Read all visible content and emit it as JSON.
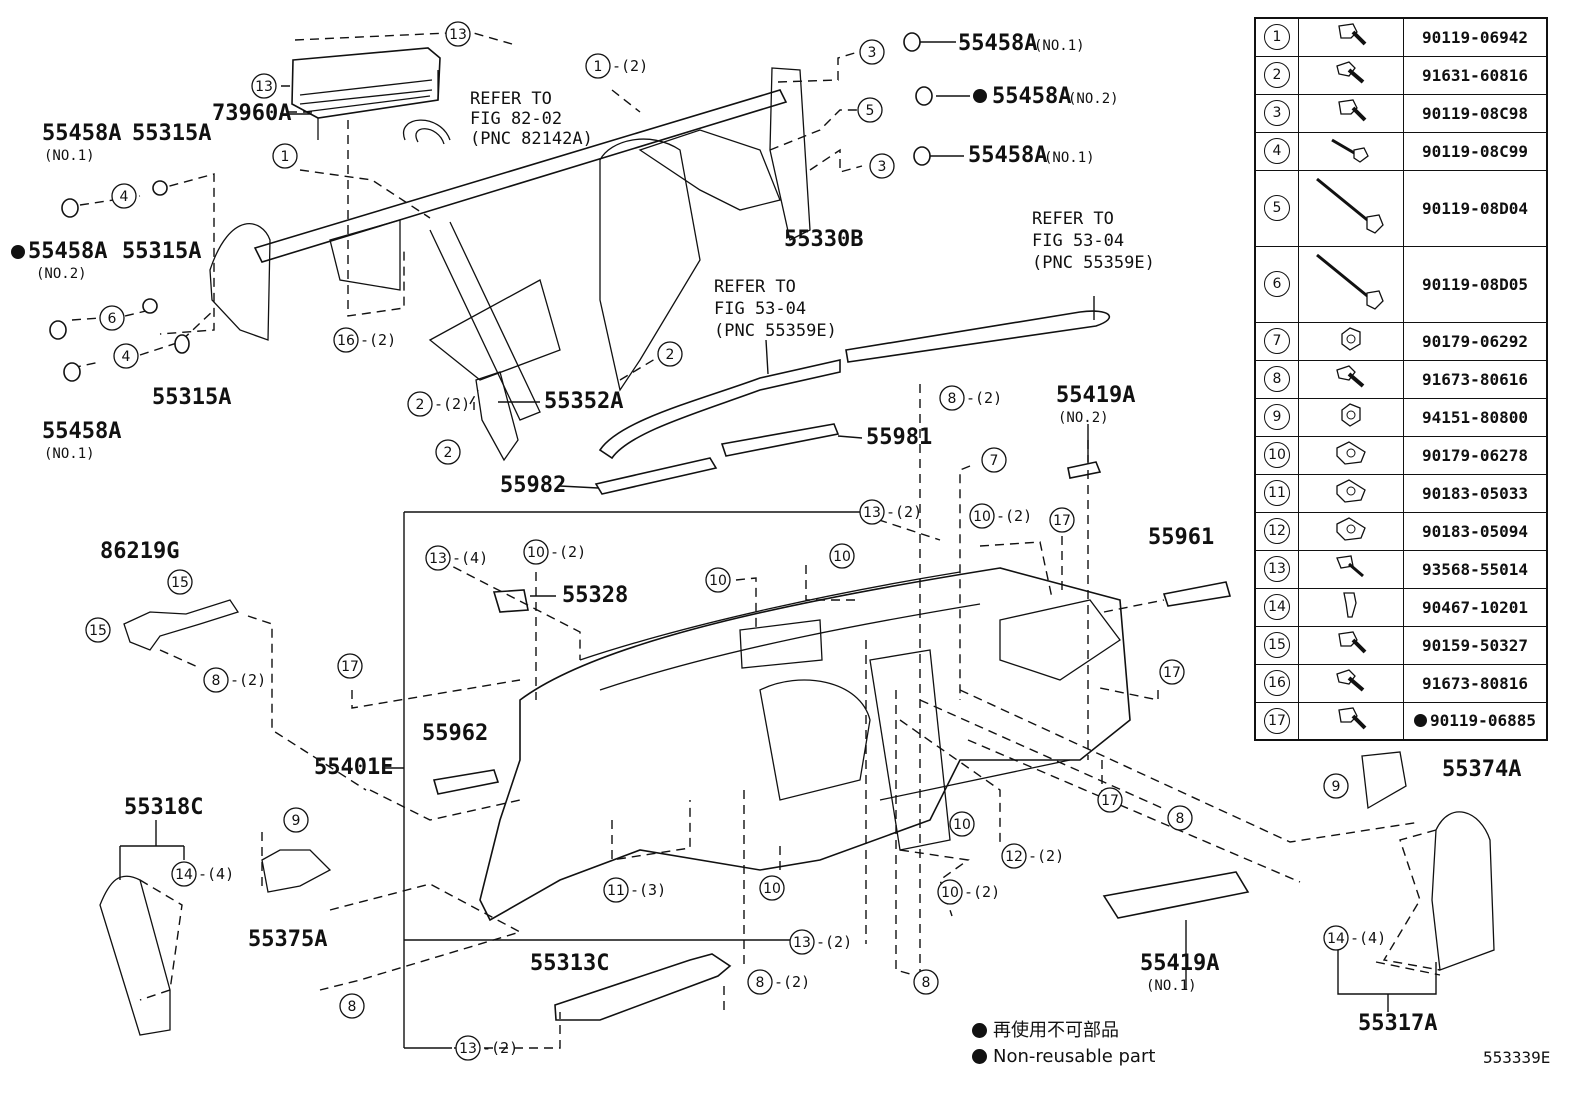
{
  "diagram_code": "553339E",
  "legend": {
    "japanese": "再使用不可部品",
    "english": "Non-reusable part"
  },
  "parts_table": [
    {
      "ref": "1",
      "icon": "bolt-flange-icon",
      "part_number": "90119-06942",
      "non_reusable": false
    },
    {
      "ref": "2",
      "icon": "bolt-hex-icon",
      "part_number": "91631-60816",
      "non_reusable": false
    },
    {
      "ref": "3",
      "icon": "bolt-flange-icon",
      "part_number": "90119-08C98",
      "non_reusable": false
    },
    {
      "ref": "4",
      "icon": "bolt-long-icon",
      "part_number": "90119-08C99",
      "non_reusable": false
    },
    {
      "ref": "5",
      "icon": "bolt-extra-long-icon",
      "part_number": "90119-08D04",
      "non_reusable": false
    },
    {
      "ref": "6",
      "icon": "bolt-extra-long-icon",
      "part_number": "90119-08D05",
      "non_reusable": false
    },
    {
      "ref": "7",
      "icon": "nut-icon",
      "part_number": "90179-06292",
      "non_reusable": false
    },
    {
      "ref": "8",
      "icon": "bolt-hex-icon",
      "part_number": "91673-80616",
      "non_reusable": false
    },
    {
      "ref": "9",
      "icon": "nut-icon",
      "part_number": "94151-80800",
      "non_reusable": false
    },
    {
      "ref": "10",
      "icon": "clip-nut-icon",
      "part_number": "90179-06278",
      "non_reusable": false
    },
    {
      "ref": "11",
      "icon": "clip-nut-icon",
      "part_number": "90183-05033",
      "non_reusable": false
    },
    {
      "ref": "12",
      "icon": "clip-nut-icon",
      "part_number": "90183-05094",
      "non_reusable": false
    },
    {
      "ref": "13",
      "icon": "screw-icon",
      "part_number": "93568-55014",
      "non_reusable": false
    },
    {
      "ref": "14",
      "icon": "push-clip-icon",
      "part_number": "90467-10201",
      "non_reusable": false
    },
    {
      "ref": "15",
      "icon": "bolt-flange-icon",
      "part_number": "90159-50327",
      "non_reusable": false
    },
    {
      "ref": "16",
      "icon": "bolt-hex-icon",
      "part_number": "91673-80816",
      "non_reusable": false
    },
    {
      "ref": "17",
      "icon": "bolt-flange-icon",
      "part_number": "90119-06885",
      "non_reusable": true
    }
  ],
  "labels": {
    "p55458A_1": "55458A",
    "p55458A_1_sub": "(NO.1)",
    "p55458A_2": "55458A",
    "p55458A_2_sub": "(NO.2)",
    "p55458A_3": "55458A",
    "p55458A_3_sub": "(NO.1)",
    "p55315A_1": "55315A",
    "p55315A_2": "55315A",
    "p55315A_3": "55315A",
    "p55458A_r1": "55458A",
    "p55458A_r1_sub": "(NO.1)",
    "p55458A_r2": "55458A",
    "p55458A_r2_sub": "(NO.2)",
    "p55458A_r3": "55458A",
    "p55458A_r3_sub": "(NO.1)",
    "p73960A": "73960A",
    "refer_82": [
      "REFER TO",
      "FIG 82-02",
      "(PNC 82142A)"
    ],
    "p55330B": "55330B",
    "refer_53a": [
      "REFER TO",
      "FIG 53-04",
      "(PNC 55359E)"
    ],
    "refer_53b": [
      "REFER TO",
      "FIG 53-04",
      "(PNC 55359E)"
    ],
    "p55352A": "55352A",
    "p55981": "55981",
    "p55982": "55982",
    "p55419A_2": "55419A",
    "p55419A_2_sub": "(NO.2)",
    "p86219G": "86219G",
    "p55328": "55328",
    "p55961": "55961",
    "p55962": "55962",
    "p55401E": "55401E",
    "p55374A": "55374A",
    "p55318C": "55318C",
    "p55375A": "55375A",
    "p55313C": "55313C",
    "p55419A_1": "55419A",
    "p55419A_1_sub": "(NO.1)",
    "p55317A": "55317A"
  },
  "callouts": [
    {
      "n": "13",
      "q": ""
    },
    {
      "n": "13",
      "q": ""
    },
    {
      "n": "1",
      "q": "-(2)"
    },
    {
      "n": "3",
      "q": ""
    },
    {
      "n": "5",
      "q": ""
    },
    {
      "n": "3",
      "q": ""
    },
    {
      "n": "4",
      "q": ""
    },
    {
      "n": "6",
      "q": ""
    },
    {
      "n": "4",
      "q": ""
    },
    {
      "n": "1",
      "q": ""
    },
    {
      "n": "16",
      "q": "-(2)"
    },
    {
      "n": "2",
      "q": "-(2)"
    },
    {
      "n": "2",
      "q": ""
    },
    {
      "n": "2",
      "q": ""
    },
    {
      "n": "8",
      "q": "-(2)"
    },
    {
      "n": "7",
      "q": ""
    },
    {
      "n": "13",
      "q": "-(2)"
    },
    {
      "n": "10",
      "q": "-(2)"
    },
    {
      "n": "17",
      "q": ""
    },
    {
      "n": "13",
      "q": "-(4)"
    },
    {
      "n": "10",
      "q": "-(2)"
    },
    {
      "n": "10",
      "q": ""
    },
    {
      "n": "10",
      "q": ""
    },
    {
      "n": "15",
      "q": ""
    },
    {
      "n": "15",
      "q": ""
    },
    {
      "n": "8",
      "q": "-(2)"
    },
    {
      "n": "17",
      "q": ""
    },
    {
      "n": "17",
      "q": ""
    },
    {
      "n": "9",
      "q": ""
    },
    {
      "n": "14",
      "q": "-(4)"
    },
    {
      "n": "9",
      "q": ""
    },
    {
      "n": "17",
      "q": ""
    },
    {
      "n": "8",
      "q": ""
    },
    {
      "n": "10",
      "q": ""
    },
    {
      "n": "12",
      "q": "-(2)"
    },
    {
      "n": "11",
      "q": "-(3)"
    },
    {
      "n": "10",
      "q": ""
    },
    {
      "n": "10",
      "q": "-(2)"
    },
    {
      "n": "13",
      "q": "-(2)"
    },
    {
      "n": "8",
      "q": "-(2)"
    },
    {
      "n": "8",
      "q": ""
    },
    {
      "n": "8",
      "q": ""
    },
    {
      "n": "13",
      "q": "-(2)"
    },
    {
      "n": "14",
      "q": "-(4)"
    }
  ]
}
